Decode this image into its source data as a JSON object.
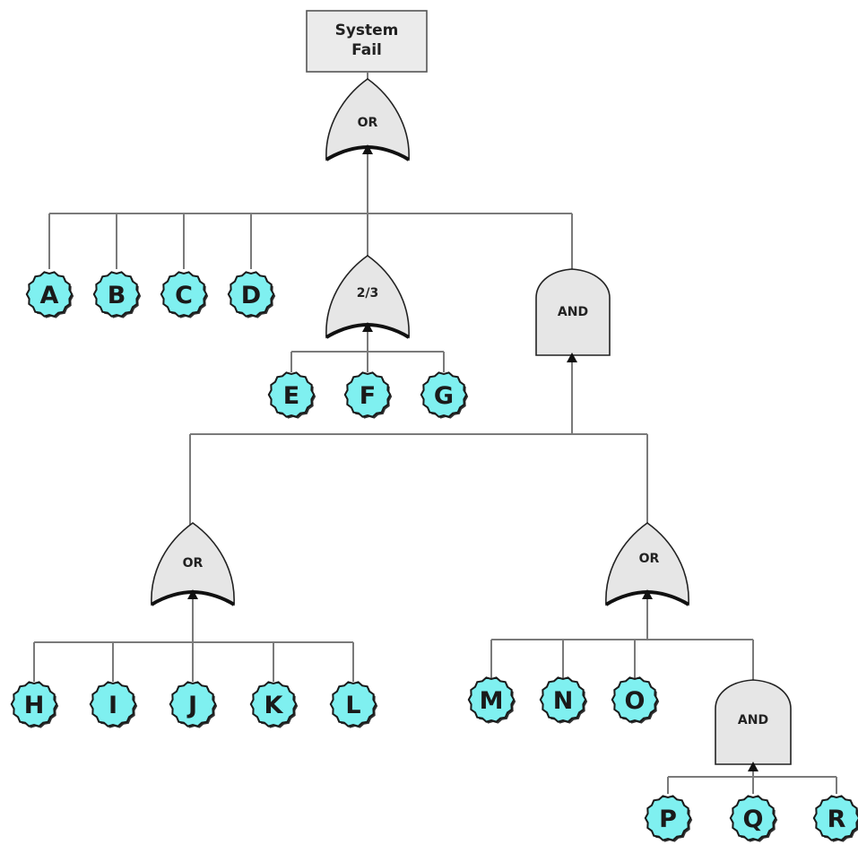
{
  "top_event": {
    "line1": "System",
    "line2": "Fail"
  },
  "gates": {
    "top_or": "OR",
    "vote": "2/3",
    "and_main": "AND",
    "or_left": "OR",
    "or_right": "OR",
    "and_low": "AND"
  },
  "events": [
    "A",
    "B",
    "C",
    "D",
    "E",
    "F",
    "G",
    "H",
    "I",
    "J",
    "K",
    "L",
    "M",
    "N",
    "O",
    "P",
    "Q",
    "R"
  ],
  "colors": {
    "event_fill": "#7ff0f0",
    "gate_fill": "#e6e6e6",
    "wire": "#7a7a7a"
  }
}
